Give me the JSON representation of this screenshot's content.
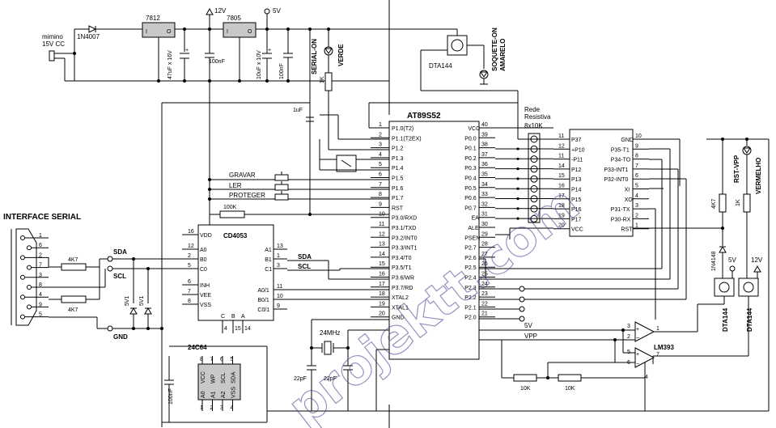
{
  "watermark": "projektt.com",
  "power": {
    "input_label_line1": "mimino",
    "input_label_line2": "15V CC",
    "diode": "1N4007",
    "reg12": "7812",
    "reg5": "7805",
    "rail12": "12V",
    "rail5": "5V",
    "cap1": "47uF x 16V",
    "cap2": "100nF",
    "cap3": "10uF x 10V",
    "cap4": "100nF"
  },
  "leds": {
    "serial_on": "SERIAL-ON",
    "verde": "VERDE",
    "r_serial": "1K",
    "dta_top": "DTA144",
    "soquete_on": "SOQUETE-ON",
    "amarelo": "AMARELO",
    "rst_vpp": "RST-VPP",
    "vermelho": "VERMELHO",
    "r_vpp": "1K",
    "r_4k7_right": "4K7",
    "diode_right": "1N4148",
    "v5": "5V",
    "v12": "12V",
    "dta_a": "DTA144",
    "dta_b": "DTA144"
  },
  "mcu": {
    "name": "AT89S52",
    "left_pins": [
      {
        "n": "1",
        "l": "P1.0(T2)"
      },
      {
        "n": "2",
        "l": "P1.1(T2EX)"
      },
      {
        "n": "3",
        "l": "P1.2"
      },
      {
        "n": "4",
        "l": "P1.3"
      },
      {
        "n": "5",
        "l": "P1.4"
      },
      {
        "n": "6",
        "l": "P1.5"
      },
      {
        "n": "7",
        "l": "P1.6"
      },
      {
        "n": "8",
        "l": "P1.7"
      },
      {
        "n": "9",
        "l": "RST"
      },
      {
        "n": "10",
        "l": "P3.0/RXD"
      },
      {
        "n": "11",
        "l": "P3.1/TXD"
      },
      {
        "n": "12",
        "l": "P3.2/INT0"
      },
      {
        "n": "13",
        "l": "P3.3/INT1"
      },
      {
        "n": "14",
        "l": "P3.4/T0"
      },
      {
        "n": "15",
        "l": "P3.5/T1"
      },
      {
        "n": "16",
        "l": "P3.6/WR"
      },
      {
        "n": "17",
        "l": "P3.7/RD"
      },
      {
        "n": "18",
        "l": "XTAL2"
      },
      {
        "n": "19",
        "l": "XTAL1"
      },
      {
        "n": "20",
        "l": "GND"
      }
    ],
    "right_pins": [
      {
        "n": "40",
        "l": "VCC"
      },
      {
        "n": "39",
        "l": "P0.0"
      },
      {
        "n": "38",
        "l": "P0.1"
      },
      {
        "n": "37",
        "l": "P0.2"
      },
      {
        "n": "36",
        "l": "P0.3"
      },
      {
        "n": "35",
        "l": "P0.4"
      },
      {
        "n": "34",
        "l": "P0.5"
      },
      {
        "n": "33",
        "l": "P0.6"
      },
      {
        "n": "32",
        "l": "P0.7"
      },
      {
        "n": "31",
        "l": "EA"
      },
      {
        "n": "30",
        "l": "ALE"
      },
      {
        "n": "29",
        "l": "PSEN"
      },
      {
        "n": "28",
        "l": "P2.7"
      },
      {
        "n": "27",
        "l": "P2.6"
      },
      {
        "n": "26",
        "l": "P2.5"
      },
      {
        "n": "25",
        "l": "P2.4"
      },
      {
        "n": "24",
        "l": "P2.3"
      },
      {
        "n": "23",
        "l": "P2.2"
      },
      {
        "n": "22",
        "l": "P2.1"
      },
      {
        "n": "21",
        "l": "P2.0"
      }
    ]
  },
  "resistor_net": {
    "line1": "Rede",
    "line2": "Resistiva",
    "value": "8x10K"
  },
  "socket": {
    "left_pins": [
      {
        "n": "11",
        "l": "P37"
      },
      {
        "n": "12",
        "l": "+P10"
      },
      {
        "n": "11",
        "l": "-P11"
      },
      {
        "n": "14",
        "l": "P12"
      },
      {
        "n": "15",
        "l": "P13"
      },
      {
        "n": "16",
        "l": "P14"
      },
      {
        "n": "17",
        "l": "P15"
      },
      {
        "n": "18",
        "l": "P16"
      },
      {
        "n": "19",
        "l": "P17"
      },
      {
        "n": "20",
        "l": "VCC"
      }
    ],
    "right_pins": [
      {
        "n": "10",
        "l": "GND"
      },
      {
        "n": "9",
        "l": "P35-T1"
      },
      {
        "n": "8",
        "l": "P34-TO"
      },
      {
        "n": "7",
        "l": "P33-INT1"
      },
      {
        "n": "6",
        "l": "P32-INT0"
      },
      {
        "n": "5",
        "l": "XI"
      },
      {
        "n": "4",
        "l": "XO"
      },
      {
        "n": "3",
        "l": "P31-TX"
      },
      {
        "n": "2",
        "l": "P30-RX"
      },
      {
        "n": "1",
        "l": "RST"
      }
    ]
  },
  "buttons": {
    "gravar": "GRAVAR",
    "ler": "LER",
    "proteger": "PROTEGER",
    "r100k": "100K",
    "cap_1u": "1uF"
  },
  "mux": {
    "name": "CD4053",
    "left_pins": [
      {
        "n": "16",
        "l": "VDD"
      },
      {
        "n": "12",
        "l": "A0"
      },
      {
        "n": "2",
        "l": "B0"
      },
      {
        "n": "5",
        "l": "C0"
      },
      {
        "n": "6",
        "l": "INH"
      },
      {
        "n": "7",
        "l": "VEE"
      },
      {
        "n": "8",
        "l": "VSS"
      }
    ],
    "right_pins": [
      {
        "n": "13",
        "l": "A1"
      },
      {
        "n": "1",
        "l": "B1"
      },
      {
        "n": "3",
        "l": "C1"
      },
      {
        "n": "11",
        "l": "A0/1"
      },
      {
        "n": "10",
        "l": "B0/1"
      },
      {
        "n": "9",
        "l": "C0/1"
      }
    ],
    "bottom_pins": [
      {
        "n": "4",
        "l": "C"
      },
      {
        "n": "15",
        "l": "B"
      },
      {
        "n": "14",
        "l": "A"
      }
    ]
  },
  "serial": {
    "title": "INTERFACE SERIAL",
    "pins": [
      "1",
      "6",
      "2",
      "7",
      "3",
      "8",
      "4",
      "9",
      "5"
    ],
    "r1": "4K7",
    "r2": "4K7",
    "sda": "SDA",
    "scl": "SCL",
    "gnd": "GND",
    "z1": "5V1",
    "z2": "5V1",
    "sda2": "SDA",
    "scl2": "SCL"
  },
  "eeprom": {
    "name": "24C64",
    "top_pins": [
      {
        "n": "8",
        "l": "VCC"
      },
      {
        "n": "7",
        "l": "WP"
      },
      {
        "n": "6",
        "l": "SCL"
      },
      {
        "n": "5",
        "l": "SDA"
      }
    ],
    "bottom_pins": [
      {
        "n": "1",
        "l": "A0"
      },
      {
        "n": "2",
        "l": "A1"
      },
      {
        "n": "3",
        "l": "A2"
      },
      {
        "n": "4",
        "l": "VSS"
      }
    ],
    "cap": "100nF"
  },
  "xtal": {
    "freq": "24MHz",
    "c1": "22pF",
    "c2": "22pF"
  },
  "comparator": {
    "name": "LM393",
    "v5": "5V",
    "vpp": "VPP",
    "r1": "10K",
    "r2": "10K",
    "pins": {
      "p3": "3",
      "p2": "2",
      "p1": "1",
      "p5": "5",
      "p6": "6",
      "p7": "7",
      "p4": "4"
    }
  }
}
